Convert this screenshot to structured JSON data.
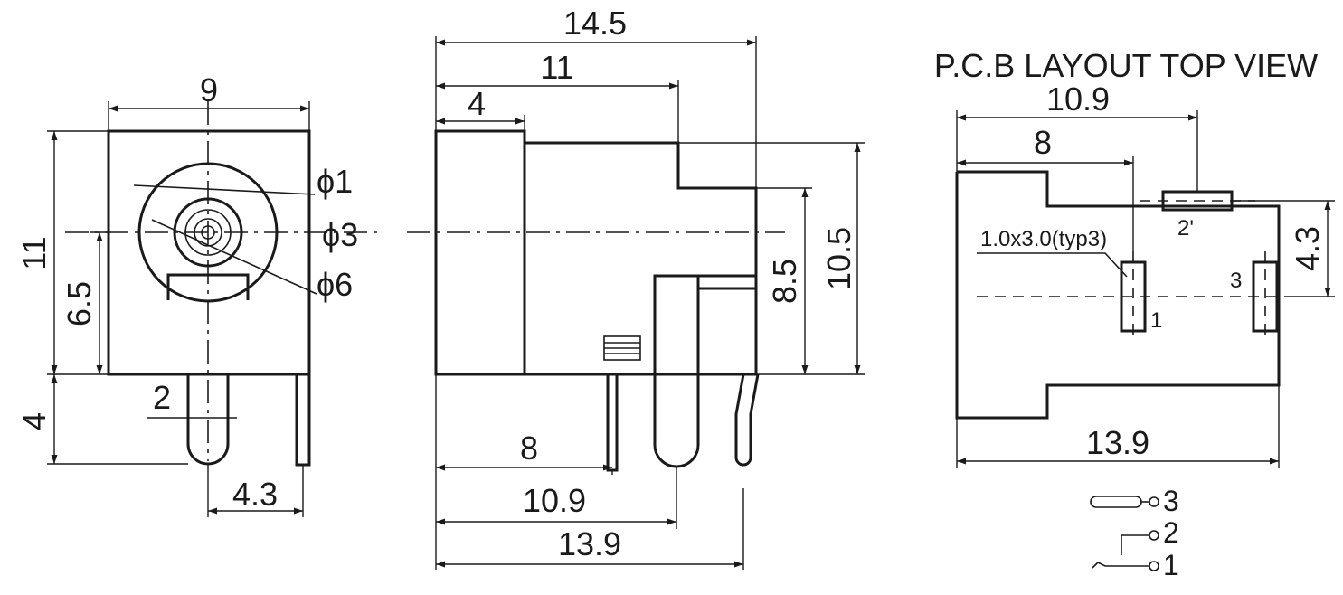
{
  "front_view": {
    "dim_width": "9",
    "dim_height": "11",
    "dim_center_height": "6.5",
    "dim_pin_length": "4",
    "dim_pin_width": "2",
    "dim_pin_spacing": "4.3",
    "dia_1": "ϕ1",
    "dia_3": "ϕ3",
    "dia_6": "ϕ6"
  },
  "side_view": {
    "dim_total_length": "14.5",
    "dim_length_11": "11",
    "dim_front_4": "4",
    "dim_height_8_5": "8.5",
    "dim_height_10_5": "10.5",
    "dim_pin_8": "8",
    "dim_pin_10_9": "10.9",
    "dim_pin_13_9": "13.9"
  },
  "pcb_view": {
    "title": "P.C.B LAYOUT TOP VIEW",
    "dim_10_9": "10.9",
    "dim_8": "8",
    "dim_13_9": "13.9",
    "dim_4_3": "4.3",
    "slot_label": "1.0x3.0(typ3)",
    "pad_1": "1",
    "pad_2": "2'",
    "pad_3": "3"
  },
  "schematic": {
    "pin_3": "3",
    "pin_2": "2",
    "pin_1": "1"
  }
}
